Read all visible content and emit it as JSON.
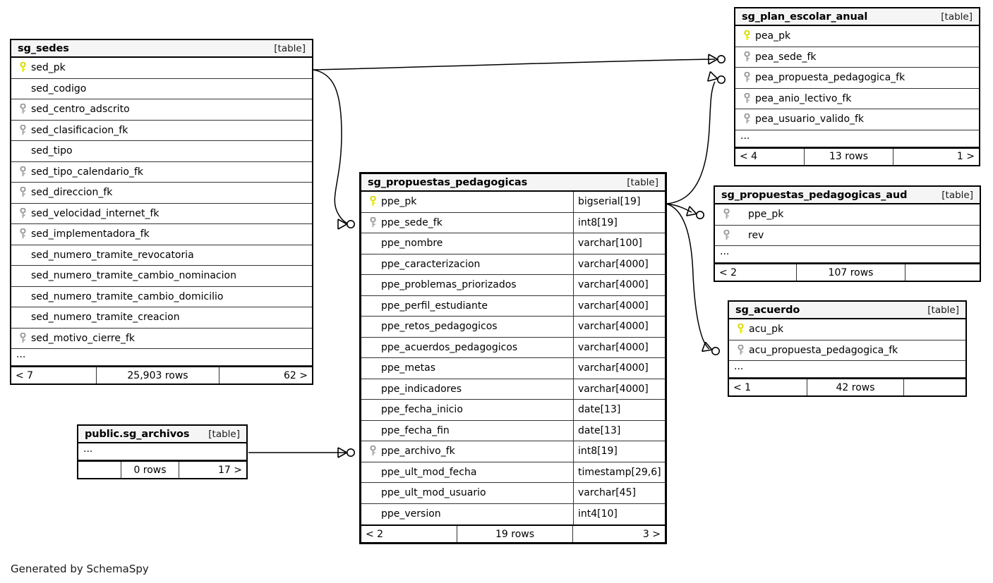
{
  "meta": {
    "credit": "Generated by SchemaSpy",
    "table_kind_label": "[table]",
    "ellipsis": "...",
    "colors": {
      "primary_key": "#e8e800",
      "foreign_key": "#a0a0a0",
      "header_bg": "#f5f5f5",
      "border": "#000000",
      "text": "#000000"
    }
  },
  "tables": [
    {
      "id": "sg_sedes",
      "name": "sg_sedes",
      "kind": "[table]",
      "columns": [
        {
          "name": "sed_pk",
          "key": "pk"
        },
        {
          "name": "sed_codigo",
          "key": "none"
        },
        {
          "name": "sed_centro_adscrito",
          "key": "fk"
        },
        {
          "name": "sed_clasificacion_fk",
          "key": "fk"
        },
        {
          "name": "sed_tipo",
          "key": "none"
        },
        {
          "name": "sed_tipo_calendario_fk",
          "key": "fk"
        },
        {
          "name": "sed_direccion_fk",
          "key": "fk"
        },
        {
          "name": "sed_velocidad_internet_fk",
          "key": "fk"
        },
        {
          "name": "sed_implementadora_fk",
          "key": "fk"
        },
        {
          "name": "sed_numero_tramite_revocatoria",
          "key": "none"
        },
        {
          "name": "sed_numero_tramite_cambio_nominacion",
          "key": "none"
        },
        {
          "name": "sed_numero_tramite_cambio_domicilio",
          "key": "none"
        },
        {
          "name": "sed_numero_tramite_creacion",
          "key": "none"
        },
        {
          "name": "sed_motivo_cierre_fk",
          "key": "fk"
        }
      ],
      "has_ellipsis": true,
      "footer": {
        "left": "< 7",
        "middle": "25,903 rows",
        "right": "62 >"
      }
    },
    {
      "id": "sg_propuestas_pedagogicas",
      "name": "sg_propuestas_pedagogicas",
      "kind": "[table]",
      "columns": [
        {
          "name": "ppe_pk",
          "key": "pk",
          "type": "bigserial[19]"
        },
        {
          "name": "ppe_sede_fk",
          "key": "fk",
          "type": "int8[19]"
        },
        {
          "name": "ppe_nombre",
          "key": "none",
          "type": "varchar[100]"
        },
        {
          "name": "ppe_caracterizacion",
          "key": "none",
          "type": "varchar[4000]"
        },
        {
          "name": "ppe_problemas_priorizados",
          "key": "none",
          "type": "varchar[4000]"
        },
        {
          "name": "ppe_perfil_estudiante",
          "key": "none",
          "type": "varchar[4000]"
        },
        {
          "name": "ppe_retos_pedagogicos",
          "key": "none",
          "type": "varchar[4000]"
        },
        {
          "name": "ppe_acuerdos_pedagogicos",
          "key": "none",
          "type": "varchar[4000]"
        },
        {
          "name": "ppe_metas",
          "key": "none",
          "type": "varchar[4000]"
        },
        {
          "name": "ppe_indicadores",
          "key": "none",
          "type": "varchar[4000]"
        },
        {
          "name": "ppe_fecha_inicio",
          "key": "none",
          "type": "date[13]"
        },
        {
          "name": "ppe_fecha_fin",
          "key": "none",
          "type": "date[13]"
        },
        {
          "name": "ppe_archivo_fk",
          "key": "fk",
          "type": "int8[19]"
        },
        {
          "name": "ppe_ult_mod_fecha",
          "key": "none",
          "type": "timestamp[29,6]"
        },
        {
          "name": "ppe_ult_mod_usuario",
          "key": "none",
          "type": "varchar[45]"
        },
        {
          "name": "ppe_version",
          "key": "none",
          "type": "int4[10]"
        }
      ],
      "has_ellipsis": false,
      "footer": {
        "left": "< 2",
        "middle": "19 rows",
        "right": "3 >"
      }
    },
    {
      "id": "sg_plan_escolar_anual",
      "name": "sg_plan_escolar_anual",
      "kind": "[table]",
      "columns": [
        {
          "name": "pea_pk",
          "key": "pk"
        },
        {
          "name": "pea_sede_fk",
          "key": "fk"
        },
        {
          "name": "pea_propuesta_pedagogica_fk",
          "key": "fk"
        },
        {
          "name": "pea_anio_lectivo_fk",
          "key": "fk"
        },
        {
          "name": "pea_usuario_valido_fk",
          "key": "fk"
        }
      ],
      "has_ellipsis": true,
      "footer": {
        "left": "< 4",
        "middle": "13 rows",
        "right": "1 >"
      }
    },
    {
      "id": "sg_propuestas_pedagogicas_aud",
      "name": "sg_propuestas_pedagogicas_aud",
      "kind": "[table]",
      "columns": [
        {
          "name": "ppe_pk",
          "key": "fk",
          "indent": true
        },
        {
          "name": "rev",
          "key": "fk",
          "indent": true
        }
      ],
      "has_ellipsis": true,
      "footer": {
        "left": "< 2",
        "middle": "107 rows",
        "right": ""
      }
    },
    {
      "id": "sg_acuerdo",
      "name": "sg_acuerdo",
      "kind": "[table]",
      "columns": [
        {
          "name": "acu_pk",
          "key": "pk"
        },
        {
          "name": "acu_propuesta_pedagogica_fk",
          "key": "fk"
        }
      ],
      "has_ellipsis": true,
      "footer": {
        "left": "< 1",
        "middle": "42 rows",
        "right": ""
      }
    },
    {
      "id": "public_sg_archivos",
      "name": "public.sg_archivos",
      "kind": "[table]",
      "columns": [],
      "has_ellipsis": true,
      "footer": {
        "left": "",
        "middle": "0 rows",
        "right": "17 >"
      }
    }
  ],
  "relationships": [
    {
      "from": "sg_sedes.sed_pk",
      "to": "sg_plan_escolar_anual.pea_sede_fk"
    },
    {
      "from": "sg_sedes.sed_pk",
      "to": "sg_propuestas_pedagogicas.ppe_sede_fk"
    },
    {
      "from": "sg_propuestas_pedagogicas.ppe_pk",
      "to": "sg_plan_escolar_anual.pea_propuesta_pedagogica_fk"
    },
    {
      "from": "sg_propuestas_pedagogicas.ppe_pk",
      "to": "sg_propuestas_pedagogicas_aud.ppe_pk"
    },
    {
      "from": "sg_propuestas_pedagogicas.ppe_pk",
      "to": "sg_acuerdo.acu_propuesta_pedagogica_fk"
    },
    {
      "from": "public.sg_archivos",
      "to": "sg_propuestas_pedagogicas.ppe_archivo_fk"
    }
  ]
}
